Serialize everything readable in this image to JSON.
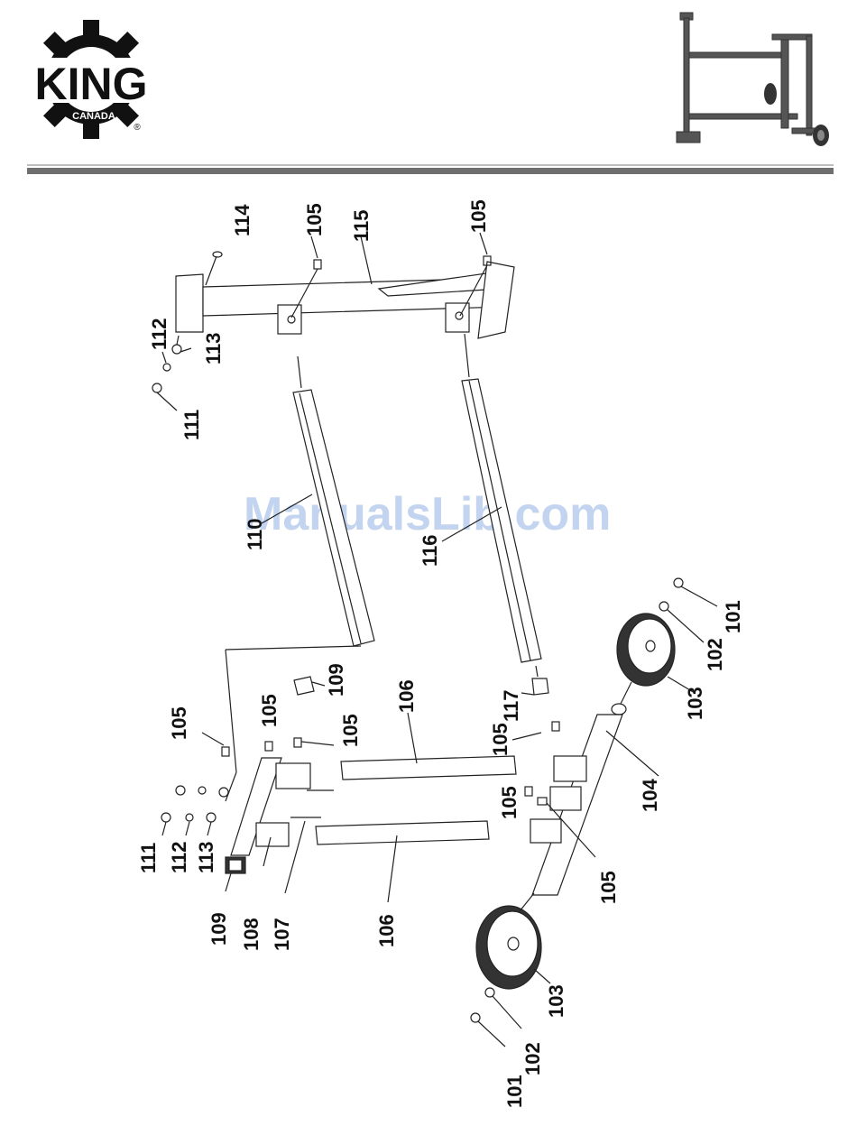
{
  "brand": {
    "logo_text": "KING",
    "logo_sub": "CANADA",
    "registered": "®"
  },
  "watermark": "ManualsLib.com",
  "parts": {
    "p114": "114",
    "p105_top_a": "105",
    "p115": "115",
    "p105_top_b": "105",
    "p112_top": "112",
    "p113_top": "113",
    "p111_top": "111",
    "p110": "110",
    "p116": "116",
    "p101_right": "101",
    "p102_right": "102",
    "p103_right": "103",
    "p109_top": "109",
    "p106_top": "106",
    "p117": "117",
    "p105_left": "105",
    "p105_mid_a": "105",
    "p105_mid_b": "105",
    "p105_right_a": "105",
    "p104": "104",
    "p105_right_b": "105",
    "p105_lower": "105",
    "p111_bot": "111",
    "p112_bot": "112",
    "p113_bot": "113",
    "p109_bot": "109",
    "p108": "108",
    "p107": "107",
    "p106_bot": "106",
    "p103_left": "103",
    "p102_left": "102",
    "p101_left": "101"
  }
}
